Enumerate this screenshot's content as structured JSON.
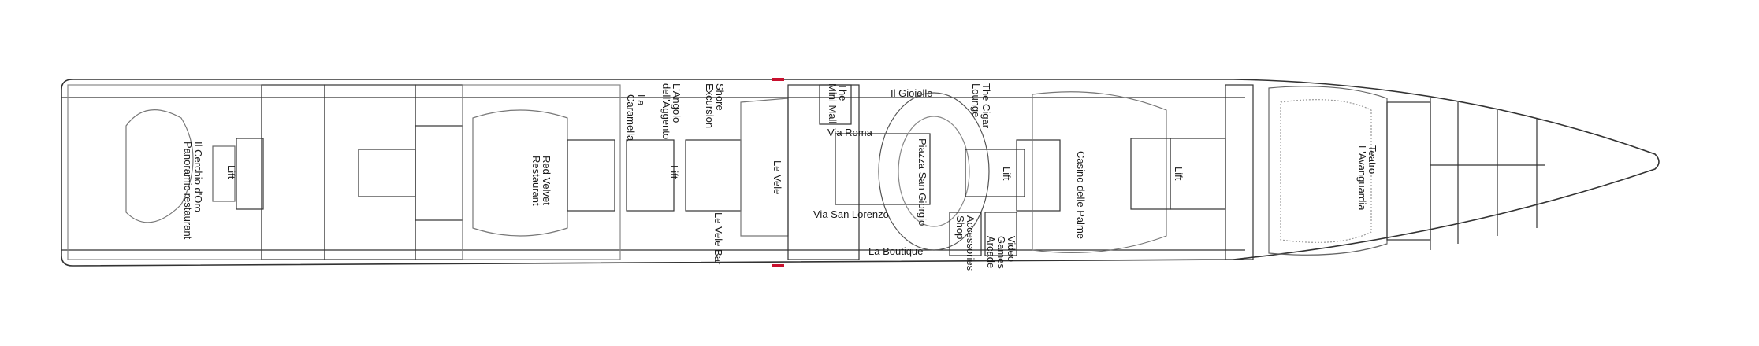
{
  "deck_plan": {
    "areas": {
      "cerchio_line1": "Il Cerchio d'Oro",
      "cerchio_line2": "Panoramic restaurant",
      "lift_aft": "Lift",
      "red_velvet_line1": "Red Velvet",
      "red_velvet_line2": "Restaurant",
      "la_caramella_line1": "La",
      "la_caramella_line2": "Caramella",
      "angolo_line1": "L'Angolo",
      "angolo_line2": "dell'Aggento",
      "shore_line1": "Shore",
      "shore_line2": "Excursion",
      "lift_mid": "Lift",
      "le_vele": "Le Vele",
      "le_vele_bar": "Le Vele Bar",
      "mini_mall_line1": "The",
      "mini_mall_line2": "Mini Mall",
      "via_roma": "Via Roma",
      "via_san_lorenzo": "Via San Lorenzo",
      "la_boutique": "La Boutique",
      "piazza": "Piazza San Giorgio",
      "il_gioiello": "Il Gioiello",
      "cigar_line1": "The Cigar",
      "cigar_line2": "Lounge",
      "accessories_line1": "Accessories",
      "accessories_line2": "Shop",
      "video_line1": "Video",
      "video_line2": "Games",
      "video_line3": "Arcade",
      "lift_fwd1": "Lift",
      "casino": "Casino delle Palme",
      "lift_fwd2": "Lift",
      "teatro_line1": "Teatro",
      "teatro_line2": "L'Avanguardia"
    },
    "colors": {
      "outline": "#333333",
      "fill": "#ffffff",
      "furniture": "#9a9a9a",
      "fire_door": "#c8102e"
    }
  }
}
